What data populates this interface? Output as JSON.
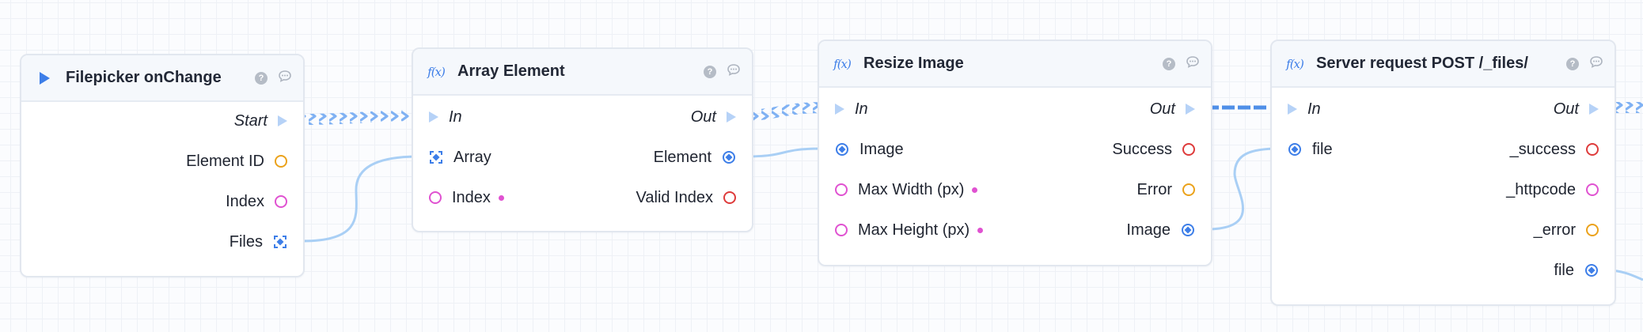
{
  "nodes": {
    "filepicker": {
      "title": "Filepicker onChange",
      "outputs": {
        "start": "Start",
        "element_id": "Element ID",
        "index": "Index",
        "files": "Files"
      }
    },
    "array_element": {
      "title": "Array Element",
      "inputs": {
        "in": "In",
        "array": "Array",
        "index": "Index"
      },
      "outputs": {
        "out": "Out",
        "element": "Element",
        "valid_index": "Valid Index"
      }
    },
    "resize_image": {
      "title": "Resize Image",
      "inputs": {
        "in": "In",
        "image": "Image",
        "max_width": "Max Width (px)",
        "max_height": "Max Height (px)"
      },
      "outputs": {
        "out": "Out",
        "success": "Success",
        "error": "Error",
        "image": "Image"
      }
    },
    "server_request": {
      "title": "Server request POST /_files/",
      "inputs": {
        "in": "In",
        "file": "file"
      },
      "outputs": {
        "out": "Out",
        "success": "_success",
        "httpcode": "_httpcode",
        "error": "_error",
        "file": "file"
      }
    }
  },
  "icons": {
    "help": "?"
  },
  "colors": {
    "flow_wire": "#7fb1f3",
    "data_wire": "#a9cff5",
    "accent": "#3d7ee8",
    "pin_any": "#e052d1",
    "pin_error": "#eba21b",
    "pin_fail": "#de3b3b",
    "pin_flow": "#b6d2f7"
  }
}
